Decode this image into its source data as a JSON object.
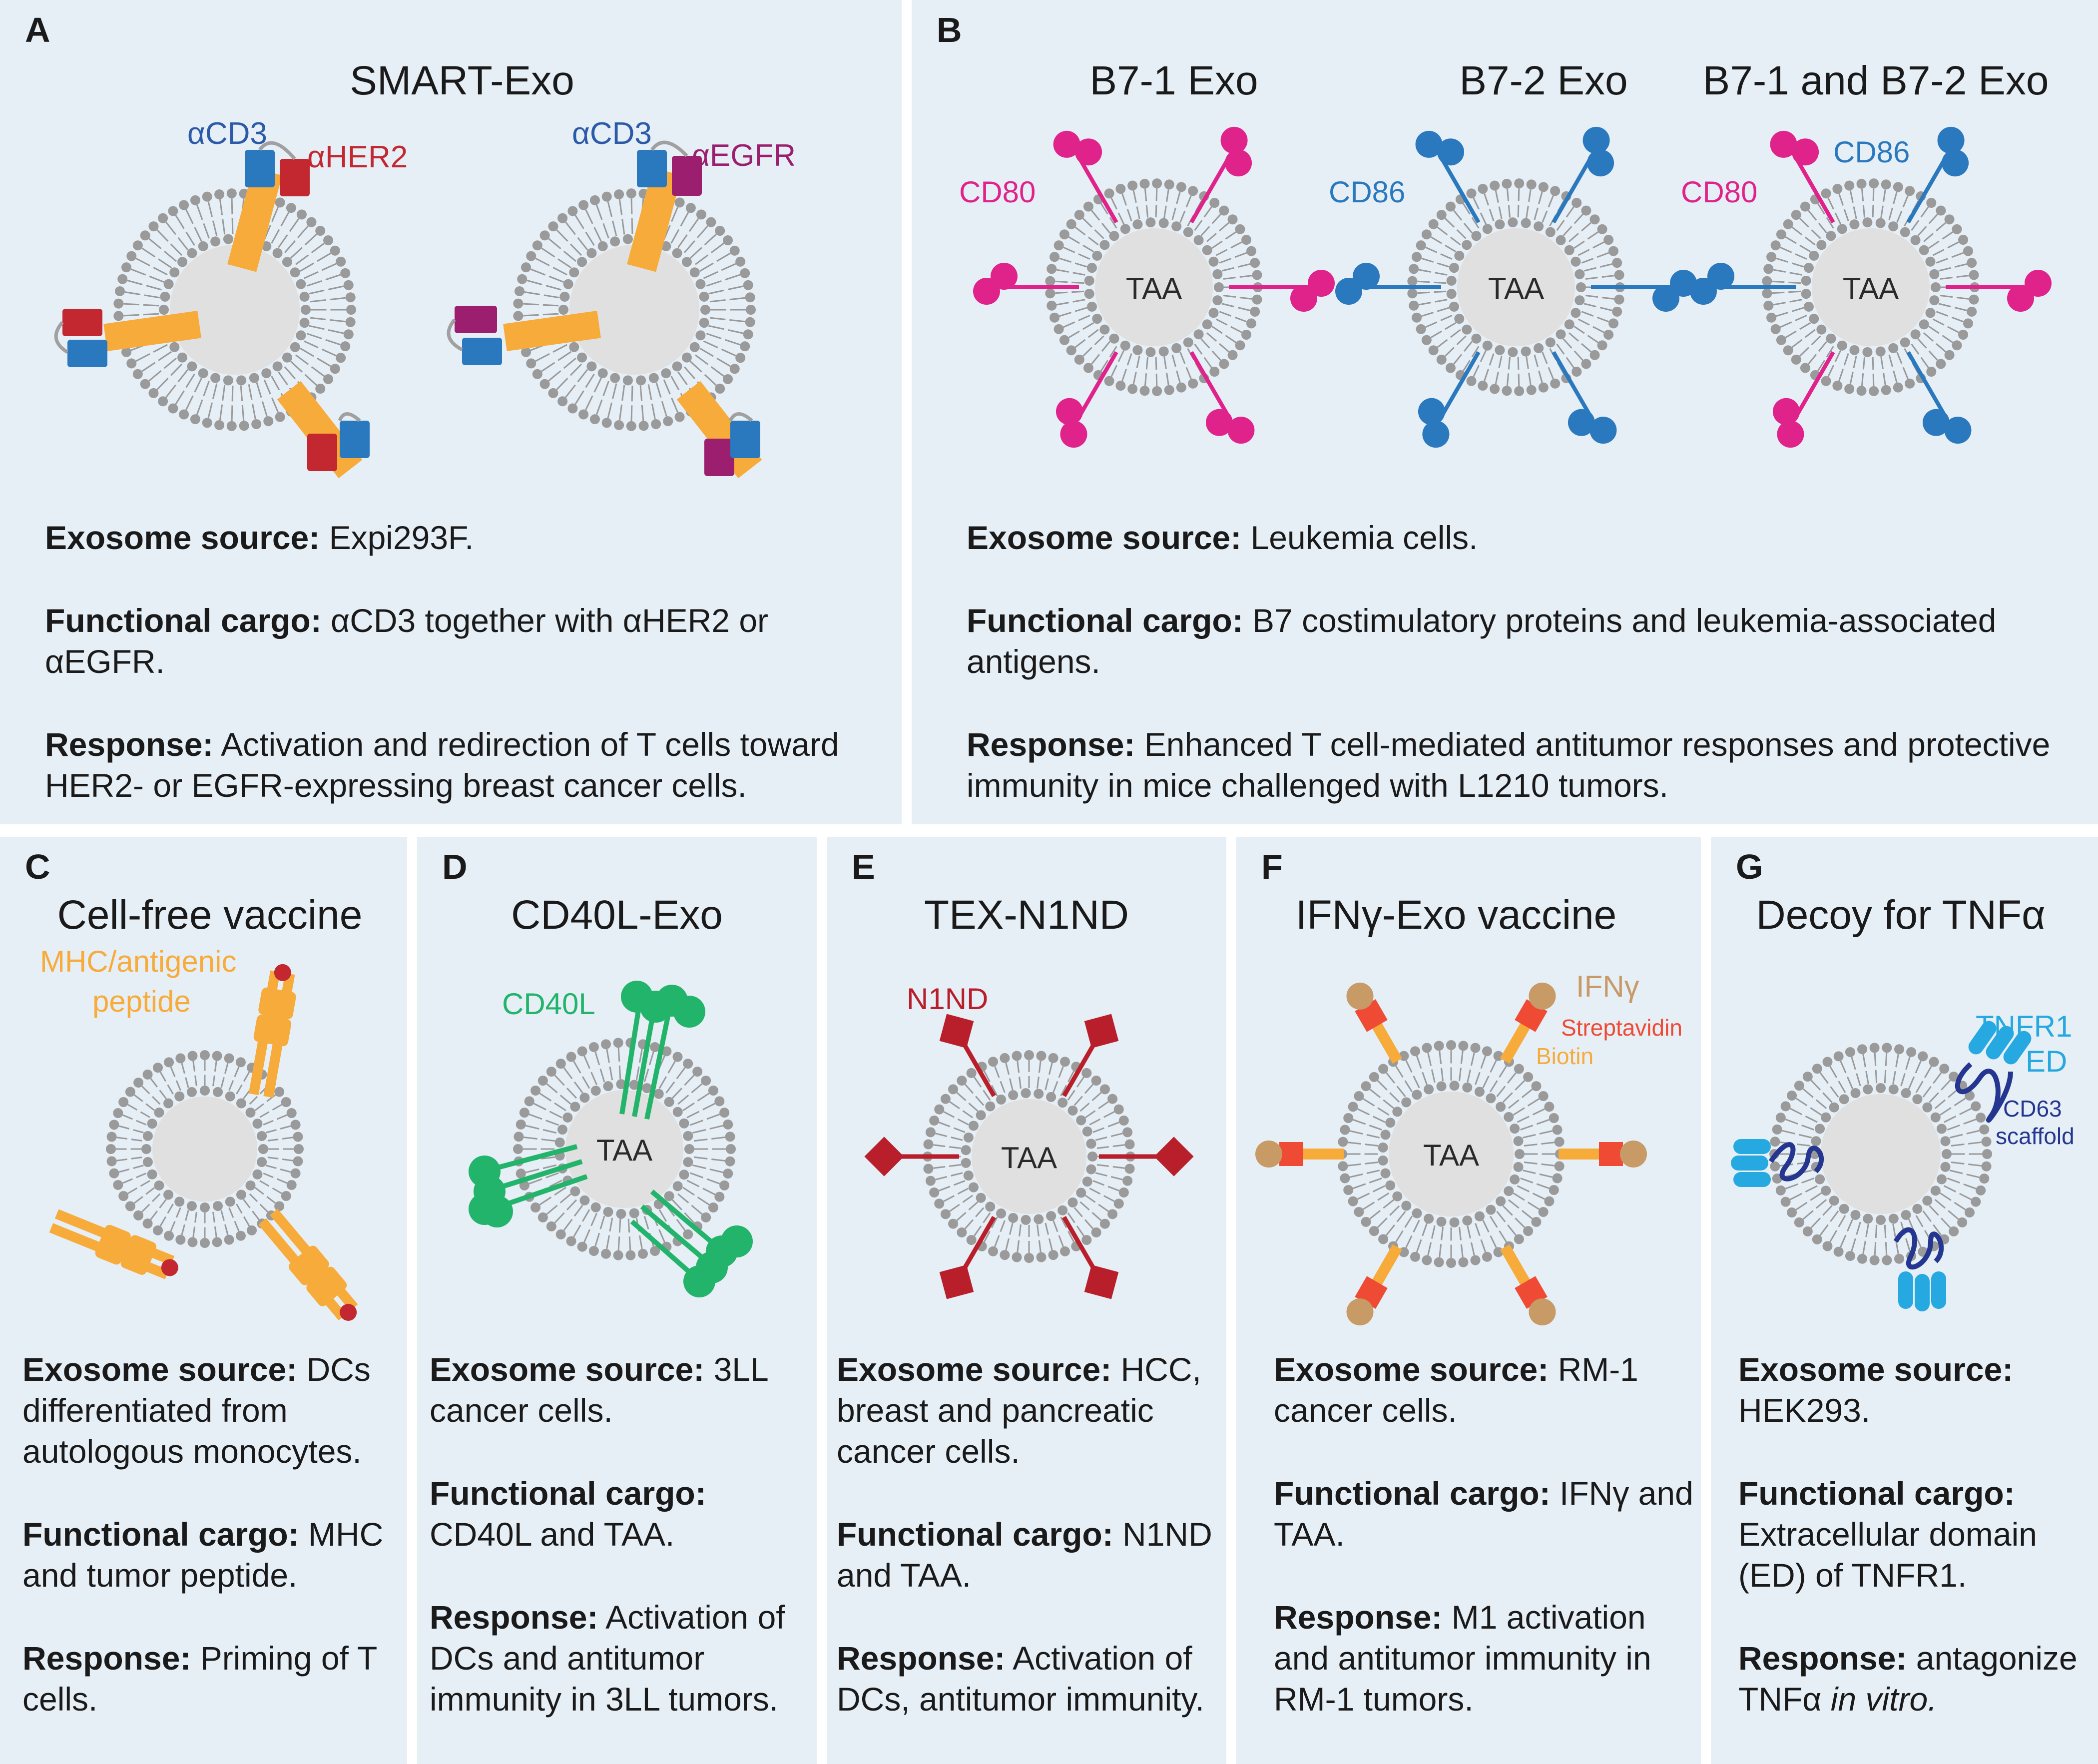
{
  "panels": {
    "A": {
      "letter": "A",
      "title": "SMART-Exo",
      "labels": {
        "acd3_left": "αCD3",
        "ahER2": "αHER2",
        "acd3_right": "αCD3",
        "aegfr": "αEGFR"
      },
      "text": {
        "source_label": "Exosome source:",
        "source": "Expi293F.",
        "cargo_label": "Functional cargo:",
        "cargo": "αCD3 together with αHER2 or αEGFR.",
        "response_label": "Response:",
        "response": "Activation and redirection of T cells toward HER2- or EGFR-expressing breast cancer cells."
      }
    },
    "B": {
      "letter": "B",
      "titles": [
        "B7-1 Exo",
        "B7-2 Exo",
        "B7-1 and B7-2 Exo"
      ],
      "labels": {
        "cd80_1": "CD80",
        "cd86_2": "CD86",
        "cd80_3": "CD80",
        "cd86_3": "CD86",
        "taa": "TAA"
      },
      "text": {
        "source_label": "Exosome source:",
        "source": "Leukemia cells.",
        "cargo_label": "Functional cargo:",
        "cargo": "B7 costimulatory proteins and leukemia-associated antigens.",
        "response_label": "Response:",
        "response": "Enhanced T cell-mediated antitumor responses and protective immunity in mice challenged with L1210 tumors."
      }
    },
    "C": {
      "letter": "C",
      "title": "Cell-free vaccine",
      "labels": {
        "mhc_line1": "MHC/antigenic",
        "mhc_line2": "peptide"
      },
      "text": {
        "source_label": "Exosome source:",
        "source": "DCs differentiated from autologous monocytes.",
        "cargo_label": "Functional cargo:",
        "cargo": "MHC and tumor peptide.",
        "response_label": "Response:",
        "response": "Priming of T cells."
      }
    },
    "D": {
      "letter": "D",
      "title": "CD40L-Exo",
      "labels": {
        "cd40l": "CD40L",
        "taa": "TAA"
      },
      "text": {
        "source_label": "Exosome source:",
        "source": "3LL cancer cells.",
        "cargo_label": "Functional cargo:",
        "cargo": "CD40L and TAA.",
        "response_label": "Response:",
        "response": "Activation of DCs and  antitumor immunity in 3LL tumors."
      }
    },
    "E": {
      "letter": "E",
      "title": "TEX-N1ND",
      "labels": {
        "n1nd": "N1ND",
        "taa": "TAA"
      },
      "text": {
        "source_label": "Exosome source:",
        "source": "HCC, breast and pancreatic cancer cells.",
        "cargo_label": "Functional cargo:",
        "cargo": "N1ND and TAA.",
        "response_label": "Response:",
        "response": "Activation of DCs, antitumor immunity."
      }
    },
    "F": {
      "letter": "F",
      "title": "IFNγ-Exo vaccine",
      "labels": {
        "ifng": "IFNγ",
        "streptavidin": "Streptavidin",
        "biotin": "Biotin",
        "taa": "TAA"
      },
      "text": {
        "source_label": "Exosome source:",
        "source": "RM-1 cancer cells.",
        "cargo_label": "Functional cargo:",
        "cargo": "IFNγ and TAA.",
        "response_label": "Response:",
        "response": "M1 activation and antitumor immunity in RM-1 tumors."
      }
    },
    "G": {
      "letter": "G",
      "title": "Decoy for TNFα",
      "labels": {
        "tnfr1": "TNFR1",
        "ed": "ED",
        "cd63": "CD63",
        "scaffold": "scaffold"
      },
      "text": {
        "source_label": "Exosome source:",
        "source": "HEK293.",
        "cargo_label": "Functional cargo:",
        "cargo": "Extracellular domain (ED) of TNFR1.",
        "response_label": "Response:",
        "response": "antagonize TNFα",
        "response_italic": "in vitro."
      }
    }
  },
  "colors": {
    "panel_bg": "#e6eef6",
    "membrane": "#9a9a9a",
    "core": "#e0e0e0",
    "orange": "#f7ab3a",
    "blue": "#2a78bd",
    "red": "#c3272f",
    "purple": "#9b1f6e",
    "magenta": "#e0238a",
    "green": "#22b46a",
    "darkred": "#b81f2a",
    "tan": "#c79a66",
    "streptavidin": "#ef4a34",
    "navy": "#24368f",
    "cyan": "#25a9e0"
  }
}
